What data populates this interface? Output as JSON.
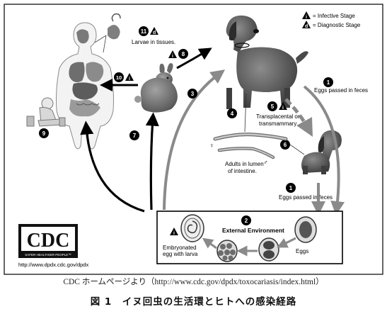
{
  "legend": {
    "infective": "= Infective Stage",
    "diagnostic": "= Diagnostic Stage",
    "i_mark": "i",
    "d_mark": "d"
  },
  "steps": {
    "s1": "1",
    "s2": "2",
    "s3": "3",
    "s4": "4",
    "s5": "5",
    "s6": "6",
    "s7": "7",
    "s8": "8",
    "s9": "9",
    "s10": "10",
    "s11": "11",
    "s1b": "1"
  },
  "labels": {
    "larvae_tissues": "Larvae in tissues.",
    "eggs_feces_top": "Eggs passed in feces",
    "transplacental_1": "Transplacental or",
    "transplacental_2": "transmammary",
    "adults_1": "Adults in lumen",
    "adults_2": "of intestine.",
    "eggs_feces_bottom": "Eggs passed in feces",
    "external_env": "External Environment",
    "embryonated_1": "Embryonated",
    "embryonated_2": "egg with larva",
    "eggs": "Eggs"
  },
  "cdc": {
    "logo_text": "CDC",
    "tagline": "SAFER·HEALTHIER·PEOPLE™",
    "url": "http://www.dpdx.cdc.gov/dpdx"
  },
  "source": "CDC ホームページより（http://www.cdc.gov/dpdx/toxocariasis/index.html）",
  "caption": "図 1　イヌ回虫の生活環とヒトへの感染経路"
}
